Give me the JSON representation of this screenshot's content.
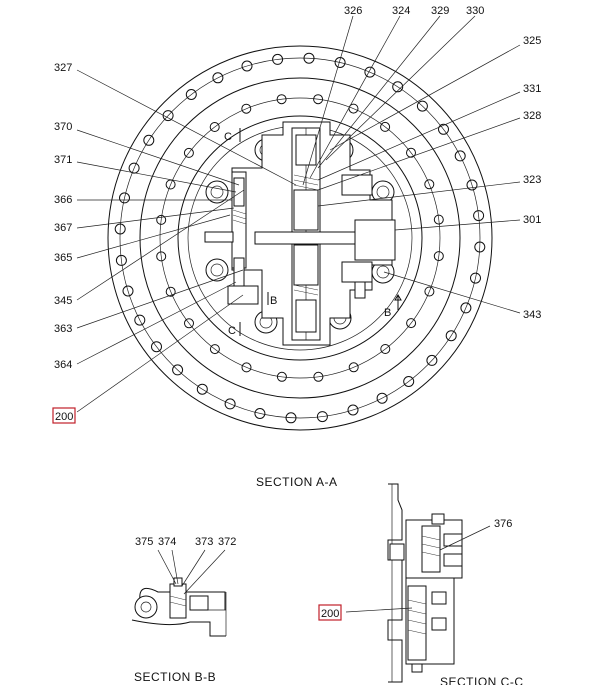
{
  "labels_top": {
    "p326": "326",
    "p324": "324",
    "p329": "329",
    "p330": "330",
    "p325": "325",
    "p327": "327",
    "p331": "331",
    "p328": "328",
    "p370": "370",
    "p371": "371",
    "p323": "323",
    "p366": "366",
    "p367": "367",
    "p301": "301",
    "p365": "365",
    "p345": "345",
    "p363": "363",
    "p343": "343",
    "p364": "364",
    "p200": "200"
  },
  "cut_marks": {
    "c": "C",
    "b": "B"
  },
  "sections": {
    "aa": "SECTION A-A",
    "bb": "SECTION B-B",
    "cc": "SECTION C-C"
  },
  "labels_bb": {
    "p375": "375",
    "p374": "374",
    "p373": "373",
    "p372": "372"
  },
  "labels_cc": {
    "p376": "376",
    "p200": "200"
  },
  "colors": {
    "line": "#111111",
    "highlight_box": "#c0202a"
  }
}
